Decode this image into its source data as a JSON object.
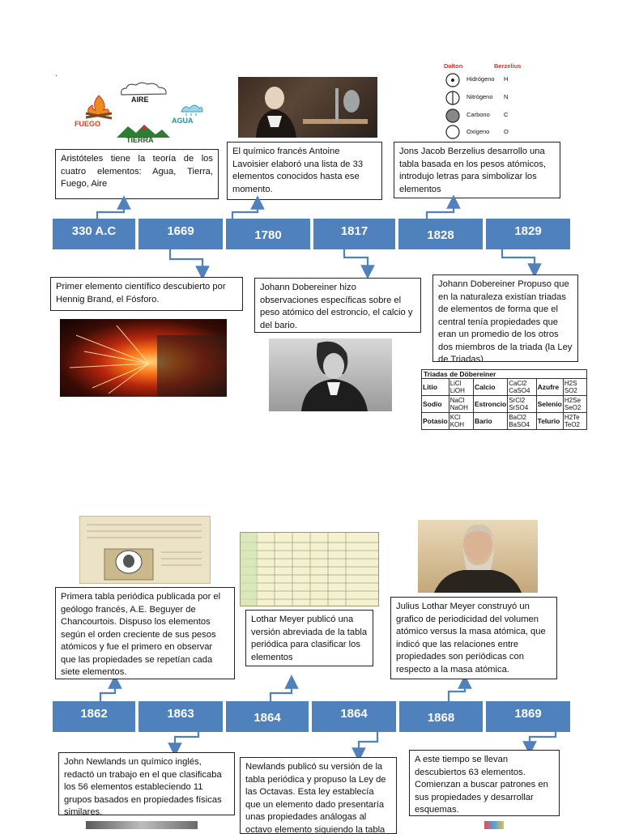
{
  "dot": ".",
  "elements_logo": {
    "aire": "AIRE",
    "fuego": "FUEGO",
    "agua": "AGUA",
    "tierra": "TIERRA"
  },
  "legend": {
    "dalton": "Dalton",
    "berzelius": "Berzelius",
    "rows": [
      {
        "name": "Hidrógeno",
        "symbol": "H"
      },
      {
        "name": "Nitrógeno",
        "symbol": "N"
      },
      {
        "name": "Carbono",
        "symbol": "C"
      },
      {
        "name": "Oxígeno",
        "symbol": "O"
      }
    ]
  },
  "timeline1": {
    "years": [
      "330 A.C",
      "1669",
      "1780",
      "1817",
      "1828",
      "1829"
    ],
    "top_boxes": [
      "Aristóteles tiene la teoría de los cuatro elementos: Agua, Tierra, Fuego, Aire",
      "El químico francés Antoine Lavoisier  elaboró una lista de 33 elementos conocidos hasta ese momento.",
      "Jons Jacob Berzelius desarrollo una tabla basada en los pesos atómicos, introdujo letras para simbolizar los elementos"
    ],
    "bottom_boxes": [
      "Primer elemento científico descubierto por Hennig Brand, el Fósforo.",
      "Johann Dobereiner hizo observaciones específicas  sobre el peso atómico del estroncio, el calcio y del bario.",
      "Johann Dobereiner Propuso que en la naturaleza existían triadas de elementos de forma que el central tenía propiedades que eran un promedio de los otros dos miembros de la triada (la Ley de Triadas)"
    ]
  },
  "triadas": {
    "title": "Triadas de Döbereiner",
    "rows": [
      [
        "Litio",
        "LiCl LiOH",
        "Calcio",
        "CaCl2 CaSO4",
        "Azufre",
        "H2S SO2"
      ],
      [
        "Sodio",
        "NaCl NaOH",
        "Estroncio",
        "SrCl2 SrSO4",
        "Selenio",
        "H2Se SeO2"
      ],
      [
        "Potasio",
        "KCl KOH",
        "Bario",
        "BaCl2 BaSO4",
        "Telurio",
        "H2Te TeO2"
      ]
    ]
  },
  "timeline2": {
    "years": [
      "1862",
      "1863",
      "1864",
      "1864",
      "1868",
      "1869"
    ],
    "top_boxes": [
      "Primera tabla periódica publicada por el geólogo francés, A.E. Beguyer de Chancourtois.  Dispuso los elementos según el orden creciente de sus pesos atómicos y fue el primero en observar que las propiedades se repetían cada siete elementos.",
      "Lothar Meyer  publicó una versión abreviada de la tabla periódica para clasificar los elementos",
      "Julius Lothar Meyer construyó un grafico de periodicidad del volumen atómico versus la masa atómica, que indicó que las relaciones entre propiedades son periódicas con respecto a la masa atómica."
    ],
    "bottom_boxes": [
      "John Newlands un químico inglés, redactó un trabajo en el que clasificaba los 56 elementos estableciendo 11 grupos basados en propiedades físicas similares.",
      "Newlands publicó su versión de la tabla periódica y propuso la Ley de las Octavas. Esta ley establecía que un elemento dado presentaría unas propiedades análogas al octavo elemento siguiendo la tabla",
      "A este tiempo se llevan descubiertos 63 elementos. Comienzan a buscar patrones en sus propiedades y desarrollar esquemas."
    ]
  },
  "colors": {
    "timeline_blue": "#4f81bd",
    "arrow_blue": "#4f81bd"
  }
}
